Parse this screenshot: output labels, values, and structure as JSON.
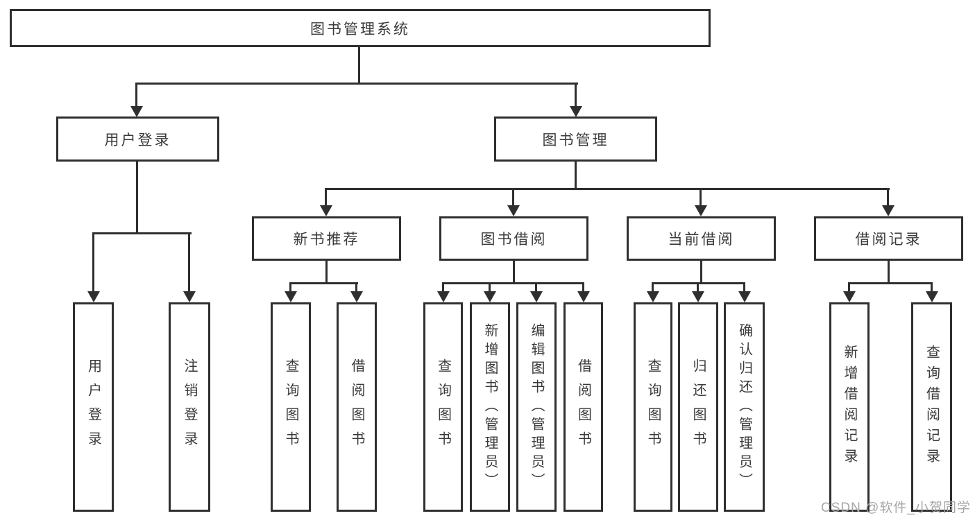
{
  "nodes": {
    "root": "图书管理系统",
    "user_login": "用户登录",
    "book_mgmt": "图书管理",
    "new_books": "新书推荐",
    "book_borrow": "图书借阅",
    "current_borrow": "当前借阅",
    "borrow_records": "借阅记录",
    "leaf_user_login": "用户登录",
    "leaf_logout": "注销登录",
    "leaf_nb_query": "查询图书",
    "leaf_nb_borrow": "借阅图书",
    "leaf_bb_query": "查询图书",
    "leaf_bb_add": "新增图书（管理员）",
    "leaf_bb_edit": "编辑图书（管理员）",
    "leaf_bb_borrow": "借阅图书",
    "leaf_cb_query": "查询图书",
    "leaf_cb_return": "归还图书",
    "leaf_cb_confirm": "确认归还（管理员）",
    "leaf_br_add": "新增借阅记录",
    "leaf_br_query": "查询借阅记录"
  },
  "watermark": "CSDN @软件_小贺同学",
  "colors": {
    "line": "#2f2f2f",
    "text": "#3a3a3a",
    "watermark": "#a6a6a6",
    "background": "#ffffff"
  }
}
